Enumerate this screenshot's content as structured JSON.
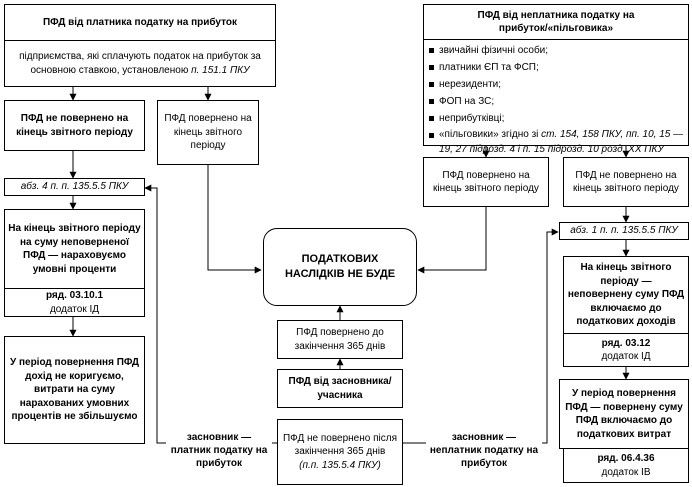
{
  "left": {
    "header": "ПФД від платника податку на прибуток",
    "desc_prefix": "підприємства, які сплачують податок на прибуток за основною ставкою, установленою ",
    "desc_ref": "п. 151.1 ПКУ",
    "not_returned": "ПФД не повернено на кінець звітного періоду",
    "returned": "ПФД повернено на кінець звітного періоду",
    "ref": "абз. 4 п. п. 135.5.5 ПКУ",
    "step1": "На кінець звітного періоду на суму неповерненої ПФД — нараховуємо умовні проценти",
    "row": "ряд. 03.10.1",
    "row_annex": "додаток ІД",
    "step2": "У період повернення ПФД дохід не коригуємо, витрати на суму нарахованих умовних процентів не збільшуємо"
  },
  "right": {
    "header": "ПФД від неплатника податку на прибуток/«пільговика»",
    "list": [
      "звичайні фізичні особи;",
      "платники ЄП та ФСП;",
      "нерезиденти;",
      "ФОП на ЗС;",
      "неприбутківці;"
    ],
    "last_item_prefix": "«пільговики» згідно зі ",
    "last_item_ref": "ст. 154, 158 ПКУ, пп. 10, 15 — 19, 27 підрозд. 4 і п. 15 підрозд. 10 розд. ХХ ПКУ",
    "returned": "ПФД повернено на кінець звітного періоду",
    "not_returned": "ПФД не повернено на кінець звітного періоду",
    "ref": "абз. 1 п. п. 135.5.5 ПКУ",
    "step1": "На кінець звітного періоду — неповернену суму ПФД включаємо до податкових доходів",
    "row1": "ряд. 03.12",
    "row1_annex": "додаток ІД",
    "step2": "У період повернення ПФД — повернену суму ПФД включаємо до податкових витрат",
    "row2": "ряд. 06.4.36",
    "row2_annex": "додаток ІВ"
  },
  "center": {
    "no_consequences": "ПОДАТКОВИХ НАСЛІДКІВ НЕ БУДЕ",
    "returned_365": "ПФД повернено до закінчення 365 днів",
    "from_founder": "ПФД від засновника/ учасника",
    "not_returned_365": "ПФД не повернено після закінчення 365 днів",
    "not_returned_365_ref": "(п.п. 135.5.4 ПКУ)"
  },
  "labels": {
    "founder_payer": "засновник — платник податку на прибуток",
    "founder_nonpayer": "засновник — неплатник податку на прибуток"
  }
}
